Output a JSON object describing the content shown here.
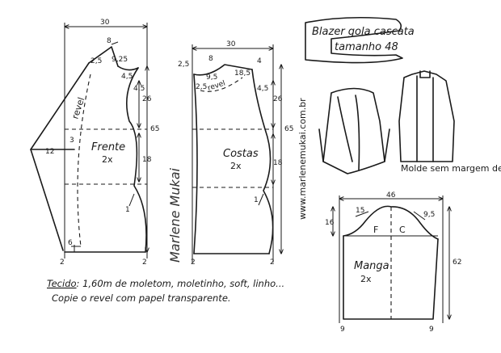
{
  "title": {
    "line1": "Blazer gola cascata",
    "line2": "tamanho 48"
  },
  "front": {
    "label": "Frente",
    "count": "2x",
    "revel": "revel",
    "top_width": "30",
    "shoulder_a": "8",
    "shoulder_b": "9,25",
    "neck": "4,5",
    "armhole": "4,5",
    "chest": "26",
    "hip": "18",
    "total_len": "65",
    "side": "2,5",
    "lapel": "12",
    "collar": "3",
    "hem_ext": "6",
    "bottom_left": "2",
    "bottom_right": "2",
    "hem_dart": "1"
  },
  "back": {
    "label": "Costas",
    "count": "2x",
    "revel": "revel",
    "top_width": "30",
    "shoulder_left": "2,5",
    "shoulder": "8",
    "shoulder_right": "4",
    "neck": "9,5",
    "armhole_curve": "18,5",
    "armhole": "4,5",
    "chest": "26",
    "hip": "18",
    "total_len": "65",
    "side": "2,5",
    "bottom_left": "2",
    "bottom_right": "2",
    "hem_dart": "1"
  },
  "sleeve": {
    "label": "Manga",
    "count": "2x",
    "width": "46",
    "left_curve": "15",
    "right_curve": "9,5",
    "cap_height": "16",
    "front_mark": "F",
    "back_mark": "C",
    "length": "62",
    "bottom_left": "9",
    "bottom_right": "9"
  },
  "caption": {
    "mold_note": "Molde sem margem de costura",
    "fabric_prefix": "Tecido",
    "fabric": ": 1,60m de moletom, moletinho, soft, linho...",
    "tip": "Copie o revel com papel transparente."
  },
  "website": "www.marlenemukai.com.br",
  "signature": "Marlene Mukai"
}
